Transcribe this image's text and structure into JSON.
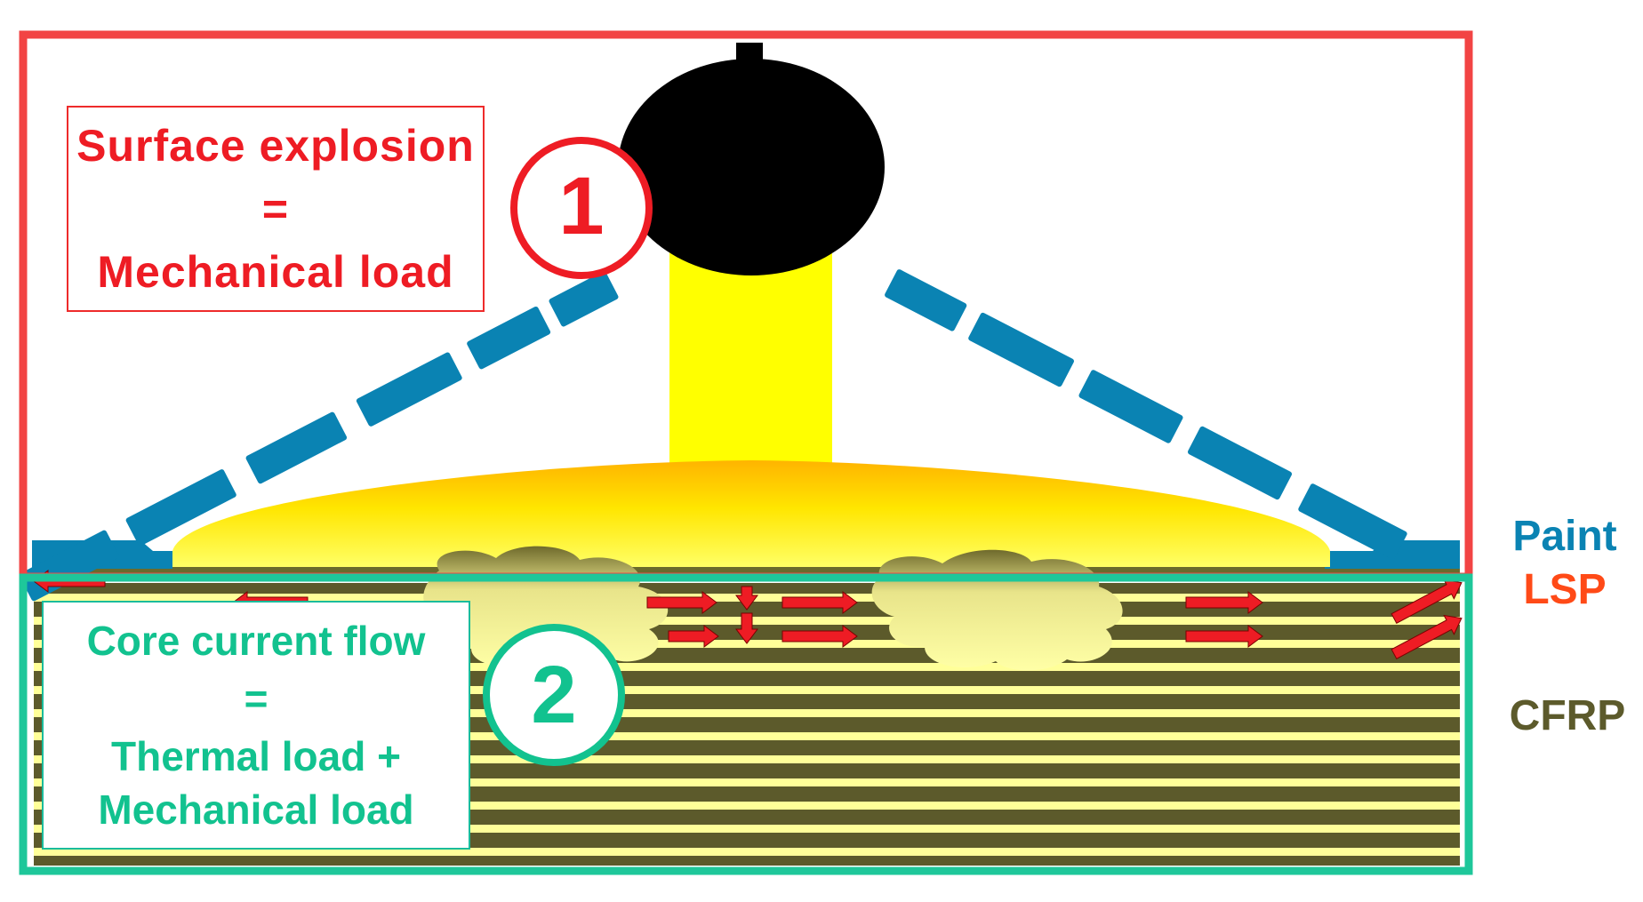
{
  "zone_1": {
    "number": "1",
    "line_1": "Surface explosion",
    "equals": "=",
    "line_2": "Mechanical load",
    "color": "#ee1c24"
  },
  "zone_2": {
    "number": "2",
    "line_1": "Core current flow",
    "equals": "=",
    "line_2": "Thermal load +",
    "line_3": "Mechanical load",
    "color": "#12c28f"
  },
  "layers": {
    "paint": {
      "label": "Paint",
      "color": "#0a83b3"
    },
    "lsp": {
      "label": "LSP",
      "color": "#ff4a17"
    },
    "cfrp": {
      "label": "CFRP",
      "color": "#5c5a2b"
    }
  },
  "colors": {
    "arc_column": "#ffff00",
    "electrode": "#000000",
    "current_arrow": "#ee1c24",
    "ply_stripe": "#ffff99",
    "plasma_cloud": "#ffffa0"
  }
}
